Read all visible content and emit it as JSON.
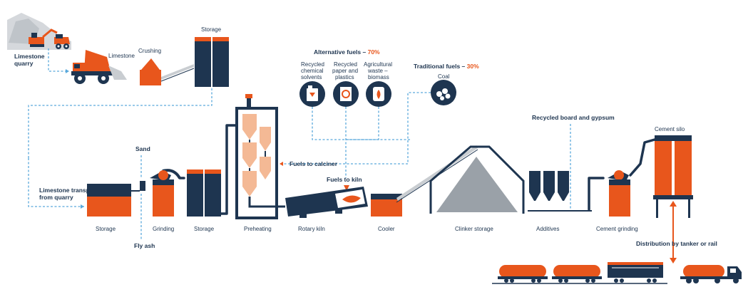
{
  "labels": {
    "limestone_quarry": "Limestone quarry",
    "limestone": "Limestone",
    "crushing": "Crushing",
    "storage_top": "Storage",
    "alt_fuels_title": "Alternative fuels",
    "alt_fuels_pct": "70%",
    "fuel_chem": "Recycled chemical solvents",
    "fuel_paper": "Recycled paper and plastics",
    "fuel_agri": "Agricultural waste – biomass",
    "trad_fuels_title": "Traditional fuels",
    "trad_fuels_pct": "30%",
    "coal": "Coal",
    "recycled_board": "Recycled board and gypsum",
    "cement_silo": "Cement silo",
    "sand": "Sand",
    "fuels_to_calciner": "Fuels to calciner",
    "fuels_to_kiln": "Fuels to kiln",
    "limestone_transported": "Limestone transported from quarry",
    "storage1": "Storage",
    "grinding": "Grinding",
    "storage2": "Storage",
    "preheating": "Preheating",
    "rotary_kiln": "Rotary kiln",
    "cooler": "Cooler",
    "clinker_storage": "Clinker storage",
    "additives": "Additives",
    "cement_grinding": "Cement grinding",
    "fly_ash": "Fly ash",
    "distribution": "Distribution by tanker or rail"
  },
  "colors": {
    "navy": "#1e3550",
    "orange": "#e8561c",
    "peach": "#f4b995",
    "flow_line": "#5aa9dc",
    "clinker_grey": "#9aa1a8"
  },
  "icons": [
    "excavator-icon",
    "haul-truck-icon",
    "dump-truck-icon",
    "jerrycan-icon",
    "recycle-bin-icon",
    "biomass-barrel-icon",
    "coal-icon",
    "train-icon",
    "tanker-truck-icon"
  ]
}
